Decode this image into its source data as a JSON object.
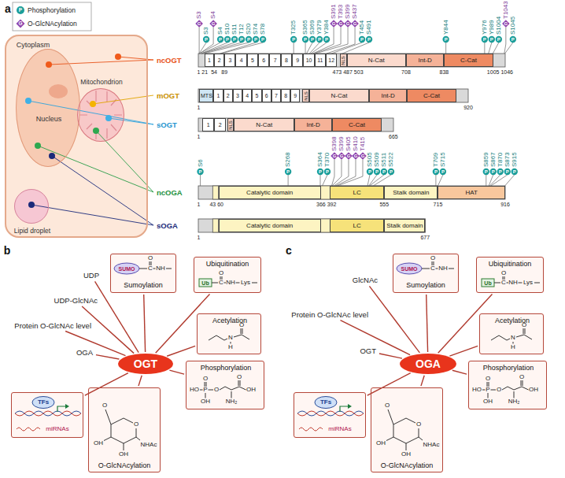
{
  "diagram": {
    "nodes": [
      {
        "text": [
          "Cytoplasm"
        ]
      },
      {
        "text": [
          "Nucleus"
        ],
        "in": 0
      },
      {
        "text": [
          "Mitochondrion"
        ],
        "in": 0
      },
      {
        "text": [
          "Lipid droplet"
        ],
        "in": 0
      },
      {
        "text": [
          "1"
        ]
      },
      {
        "text": [
          "2"
        ]
      },
      {
        "text": [
          "3"
        ]
      },
      {
        "text": [
          "4"
        ]
      },
      {
        "text": [
          "5"
        ]
      },
      {
        "text": [
          "6"
        ]
      },
      {
        "text": [
          "7"
        ]
      },
      {
        "text": [
          "8"
        ]
      },
      {
        "text": [
          "9"
        ]
      },
      {
        "text": [
          "10"
        ]
      },
      {
        "text": [
          "11"
        ]
      },
      {
        "text": [
          "12"
        ]
      },
      {
        "text": [
          "NLS"
        ]
      },
      {
        "text": [
          "N-Cat"
        ]
      },
      {
        "text": [
          "Int-D"
        ]
      },
      {
        "text": [
          "C-Cat"
        ]
      },
      {
        "text": [
          "MTS"
        ]
      },
      {
        "text": [
          "1"
        ]
      },
      {
        "text": [
          "2"
        ]
      },
      {
        "text": [
          "3"
        ]
      },
      {
        "text": [
          "4"
        ]
      },
      {
        "text": [
          "5"
        ]
      },
      {
        "text": [
          "6"
        ]
      },
      {
        "text": [
          "7"
        ]
      },
      {
        "text": [
          "8"
        ]
      },
      {
        "text": [
          "9"
        ]
      },
      {
        "text": [
          "NLS"
        ]
      },
      {
        "text": [
          "N-Cat"
        ]
      },
      {
        "text": [
          "Int-D"
        ]
      },
      {
        "text": [
          "C-Cat"
        ]
      },
      {
        "text": [
          "1"
        ]
      },
      {
        "text": [
          "2"
        ]
      },
      {
        "text": [
          "NLS"
        ]
      },
      {
        "text": [
          "N-Cat"
        ]
      },
      {
        "text": [
          "Int-D"
        ]
      },
      {
        "text": [
          "C-Cat"
        ]
      },
      {
        "text": [
          "Catalytic domain"
        ]
      },
      {
        "text": [
          "LC"
        ]
      },
      {
        "text": [
          "Stalk domain"
        ]
      },
      {
        "text": [
          "HAT"
        ]
      },
      {
        "text": [
          "Catalytic domain"
        ]
      },
      {
        "text": [
          "LC"
        ]
      },
      {
        "text": [
          "Stalk domain"
        ]
      },
      {
        "text": [
          "UDP"
        ]
      },
      {
        "text": [
          "UDP-GlcNAc"
        ]
      },
      {
        "text": [
          "Protein O-GlcNAc level"
        ]
      },
      {
        "text": [
          "OGA"
        ]
      },
      {
        "text": [
          "TFs",
          "miRNAs"
        ]
      },
      {
        "text": [
          "NHAc",
          "O",
          "O",
          "OH",
          "OH",
          "O-GlcNAcylation"
        ]
      },
      {
        "text": [
          "Phosphorylation",
          "O",
          "HO",
          "P",
          "O",
          "OH",
          "O",
          "OH",
          "NH₂"
        ]
      },
      {
        "text": [
          "Acetylation",
          "N",
          "H",
          "O"
        ]
      },
      {
        "text": [
          "Ubiquitination",
          "Ub",
          "O",
          "C",
          "NH",
          "Lys"
        ]
      },
      {
        "text": [
          "SUMO",
          "O",
          "C",
          "NH",
          "Sumoylation"
        ]
      },
      {
        "text": [
          "OGT"
        ]
      },
      {
        "text": [
          "GlcNAc"
        ]
      },
      {
        "text": [
          "Protein O-GlcNAc level"
        ]
      },
      {
        "text": [
          "OGT"
        ]
      },
      {
        "text": [
          "TFs",
          "miRNAs"
        ]
      },
      {
        "text": [
          "NHAc",
          "O",
          "O",
          "OH",
          "OH",
          "O-GlcNAcylation"
        ]
      },
      {
        "text": [
          "Phosphorylation",
          "O",
          "HO",
          "P",
          "O",
          "OH",
          "O",
          "OH",
          "NH₂"
        ]
      },
      {
        "text": [
          "Acetylation",
          "N",
          "H",
          "O"
        ]
      },
      {
        "text": [
          "Ubiquitination",
          "Ub",
          "O",
          "C",
          "NH",
          "Lys"
        ]
      },
      {
        "text": [
          "SUMO",
          "O",
          "C",
          "NH",
          "Sumoylation"
        ]
      },
      {
        "text": [
          "OGA"
        ]
      }
    ],
    "edges": [
      {
        "from": 57,
        "to": 47,
        "arrow": "none"
      },
      {
        "from": 57,
        "to": 48,
        "arrow": "none"
      },
      {
        "from": 57,
        "to": 49,
        "arrow": "none"
      },
      {
        "from": 57,
        "to": 50,
        "arrow": "none"
      },
      {
        "from": 57,
        "to": 51,
        "arrow": "none"
      },
      {
        "from": 57,
        "to": 52,
        "arrow": "none"
      },
      {
        "from": 57,
        "to": 53,
        "arrow": "none"
      },
      {
        "from": 57,
        "to": 54,
        "arrow": "none"
      },
      {
        "from": 57,
        "to": 55,
        "arrow": "none"
      },
      {
        "from": 57,
        "to": 56,
        "arrow": "none"
      },
      {
        "from": 67,
        "to": 58,
        "arrow": "none"
      },
      {
        "from": 67,
        "to": 59,
        "arrow": "none"
      },
      {
        "from": 67,
        "to": 60,
        "arrow": "none"
      },
      {
        "from": 67,
        "to": 61,
        "arrow": "none"
      },
      {
        "from": 67,
        "to": 62,
        "arrow": "none"
      },
      {
        "from": 67,
        "to": 63,
        "arrow": "none"
      },
      {
        "from": 67,
        "to": 64,
        "arrow": "none"
      },
      {
        "from": 67,
        "to": 65,
        "arrow": "none"
      },
      {
        "from": 67,
        "to": 66,
        "arrow": "none"
      }
    ],
    "labels": [
      "a",
      "b",
      "c",
      "ncOGT",
      "mOGT",
      "sOGT",
      "ncOGA",
      "sOGA",
      "P",
      "G",
      "1",
      "21",
      "54",
      "89",
      "473",
      "487",
      "503",
      "708",
      "838",
      "1005",
      "1046",
      "1",
      "920",
      "1",
      "665",
      "1",
      "43",
      "60",
      "366",
      "392",
      "555",
      "715",
      "916",
      "1",
      "677",
      "S3",
      "G",
      "S4",
      "G",
      "S3",
      "P",
      "S4",
      "P",
      "S10",
      "P",
      "S11",
      "P",
      "T12",
      "P",
      "S20",
      "P",
      "S74",
      "P",
      "S78",
      "P",
      "T325",
      "P",
      "S365",
      "P",
      "S369",
      "P",
      "Y379",
      "P",
      "Y384",
      "P",
      "S391",
      "G",
      "T393",
      "G",
      "S399",
      "G",
      "S437",
      "G",
      "T454",
      "P",
      "S491",
      "P",
      "Y844",
      "P",
      "Y976",
      "P",
      "Y989",
      "P",
      "S1004",
      "P",
      "T1043",
      "G",
      "S1045",
      "P",
      "S6",
      "P",
      "S268",
      "P",
      "S364",
      "P",
      "T370",
      "P",
      "S398",
      "G",
      "S399",
      "G",
      "S405",
      "G",
      "S410",
      "G",
      "T415",
      "G",
      "S505",
      "P",
      "S509",
      "P",
      "S511",
      "P",
      "S522",
      "P",
      "T709",
      "P",
      "S715",
      "P",
      "S859",
      "P",
      "S867",
      "P",
      "T870",
      "P",
      "S873",
      "P",
      "S915",
      "P"
    ],
    "legend": [
      {
        "text": "Phosphorylation"
      },
      {
        "text": "O-GlcNAcylation"
      }
    ]
  }
}
